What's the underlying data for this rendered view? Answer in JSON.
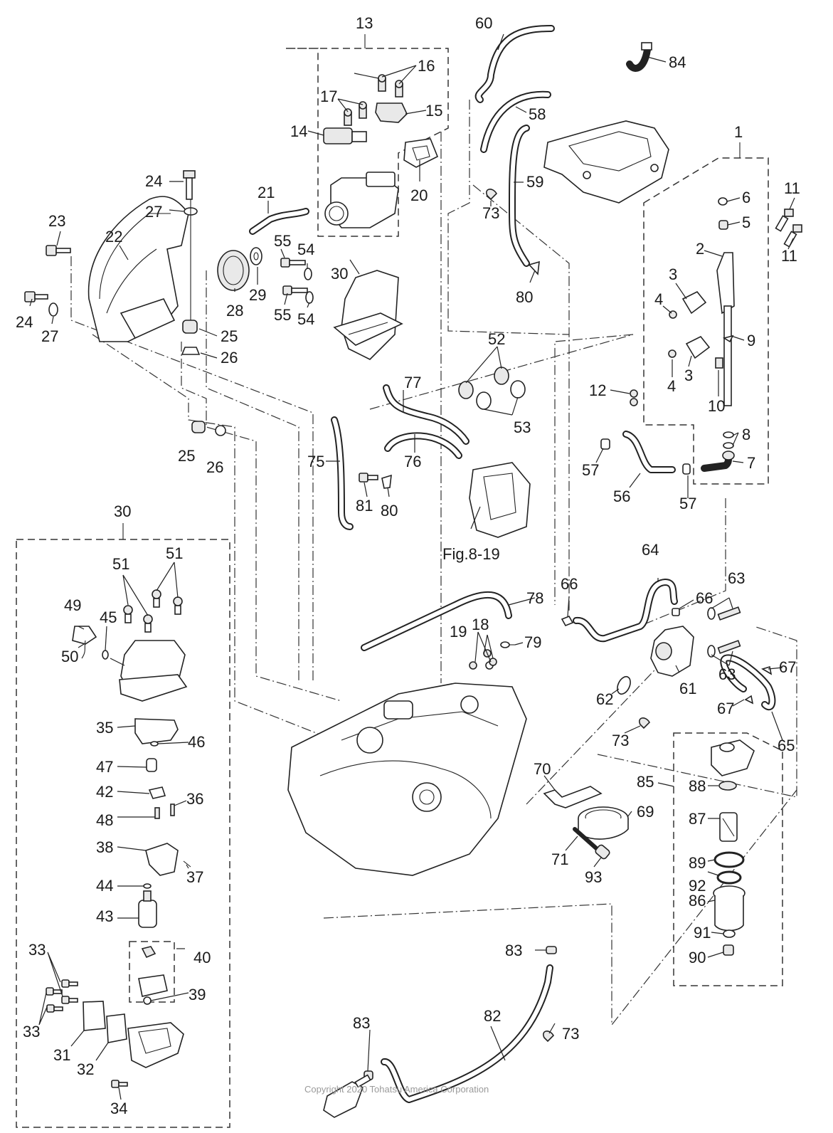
{
  "diagram": {
    "title": "Fuel system exploded parts diagram",
    "figure_reference": "Fig.8-19",
    "copyright": "Copyright 2020 Tohatsu America Corporation",
    "callouts": {
      "c1": "1",
      "c2": "2",
      "c3a": "3",
      "c3b": "3",
      "c4a": "4",
      "c4b": "4",
      "c5": "5",
      "c6": "6",
      "c7": "7",
      "c8": "8",
      "c9": "9",
      "c10": "10",
      "c11a": "11",
      "c11b": "11",
      "c12": "12",
      "c13": "13",
      "c14": "14",
      "c15": "15",
      "c16": "16",
      "c17": "17",
      "c18": "18",
      "c19": "19",
      "c20": "20",
      "c21": "21",
      "c22": "22",
      "c23": "23",
      "c24a": "24",
      "c24b": "24",
      "c25a": "25",
      "c25b": "25",
      "c26a": "26",
      "c26b": "26",
      "c27a": "27",
      "c27b": "27",
      "c28": "28",
      "c29": "29",
      "c30a": "30",
      "c30b": "30",
      "c31": "31",
      "c32": "32",
      "c33a": "33",
      "c33b": "33",
      "c34": "34",
      "c35": "35",
      "c36": "36",
      "c37": "37",
      "c38": "38",
      "c39": "39",
      "c40": "40",
      "c42": "42",
      "c43": "43",
      "c44": "44",
      "c45": "45",
      "c46": "46",
      "c47": "47",
      "c48": "48",
      "c49": "49",
      "c50": "50",
      "c51a": "51",
      "c51b": "51",
      "c52": "52",
      "c53": "53",
      "c54a": "54",
      "c54b": "54",
      "c55a": "55",
      "c55b": "55",
      "c56": "56",
      "c57a": "57",
      "c57b": "57",
      "c58": "58",
      "c59": "59",
      "c60": "60",
      "c61": "61",
      "c62": "62",
      "c63a": "63",
      "c63b": "63",
      "c64": "64",
      "c65": "65",
      "c66a": "66",
      "c66b": "66",
      "c67a": "67",
      "c67b": "67",
      "c69": "69",
      "c70": "70",
      "c71": "71",
      "c73a": "73",
      "c73b": "73",
      "c73c": "73",
      "c75": "75",
      "c76": "76",
      "c77": "77",
      "c78": "78",
      "c79": "79",
      "c80a": "80",
      "c80b": "80",
      "c81": "81",
      "c82": "82",
      "c83a": "83",
      "c83b": "83",
      "c84": "84",
      "c85": "85",
      "c86": "86",
      "c87": "87",
      "c88": "88",
      "c89": "89",
      "c90": "90",
      "c91": "91",
      "c92": "92",
      "c93": "93"
    }
  }
}
